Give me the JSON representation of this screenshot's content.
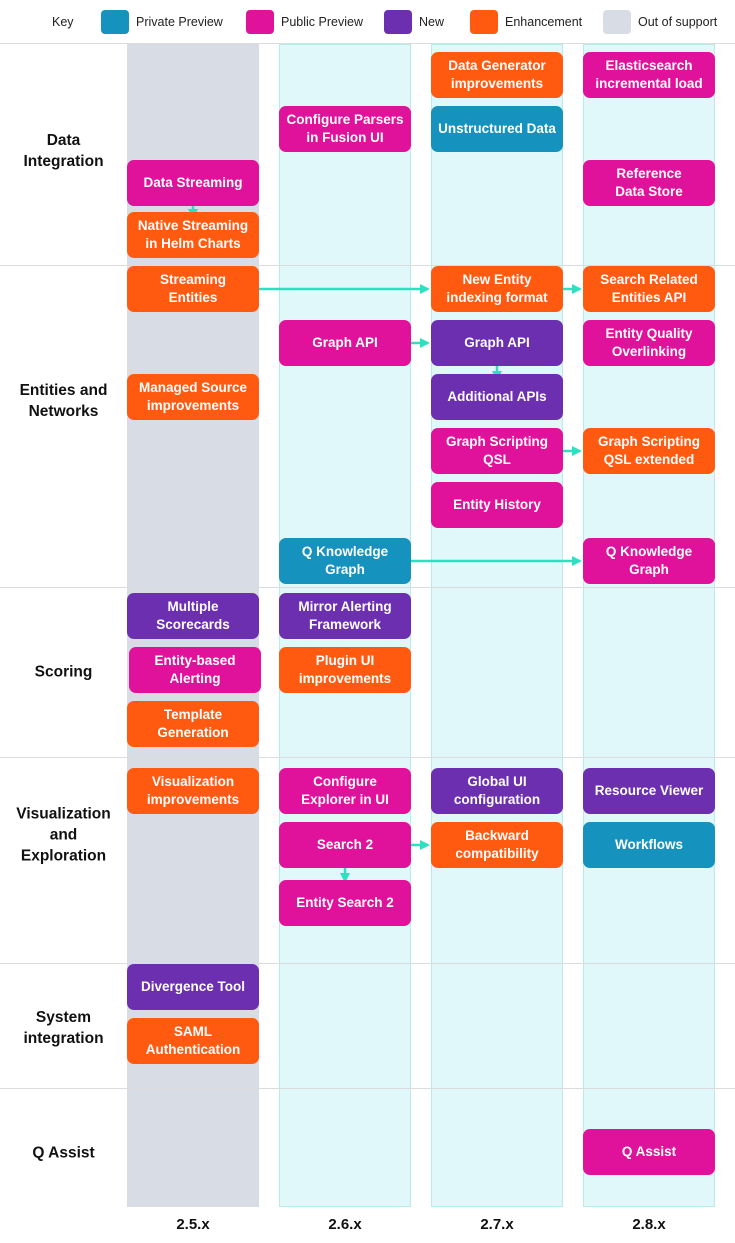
{
  "legend": {
    "title": "Key",
    "items": [
      {
        "label": "Private Preview",
        "color": "#1592bd"
      },
      {
        "label": "Public Preview",
        "color": "#e0119a"
      },
      {
        "label": "New",
        "color": "#6b2fb0"
      },
      {
        "label": "Enhancement",
        "color": "#ff5a10"
      },
      {
        "label": "Out of support",
        "color": "#d7dce5"
      }
    ]
  },
  "versions": [
    "2.5.x",
    "2.6.x",
    "2.7.x",
    "2.8.x"
  ],
  "rows": [
    {
      "label_lines": [
        "Data",
        "Integration"
      ]
    },
    {
      "label_lines": [
        "Entities and",
        "Networks"
      ]
    },
    {
      "label_lines": [
        "Scoring"
      ]
    },
    {
      "label_lines": [
        "Visualization",
        "and",
        "Exploration"
      ]
    },
    {
      "label_lines": [
        "System",
        "integration"
      ]
    },
    {
      "label_lines": [
        "Q Assist"
      ]
    }
  ],
  "features": [
    {
      "id": "data-generator-improvements",
      "lines": [
        "Data Generator",
        "improvements"
      ],
      "type": "enhancement"
    },
    {
      "id": "elasticsearch-incremental-load",
      "lines": [
        "Elasticsearch",
        "incremental load"
      ],
      "type": "public"
    },
    {
      "id": "configure-parsers",
      "lines": [
        "Configure Parsers",
        "in Fusion UI"
      ],
      "type": "public"
    },
    {
      "id": "unstructured-data",
      "lines": [
        "Unstructured Data"
      ],
      "type": "private"
    },
    {
      "id": "data-streaming",
      "lines": [
        "Data Streaming"
      ],
      "type": "public"
    },
    {
      "id": "reference-data-store",
      "lines": [
        "Reference",
        "Data Store"
      ],
      "type": "public"
    },
    {
      "id": "native-streaming",
      "lines": [
        "Native Streaming",
        "in Helm Charts"
      ],
      "type": "enhancement"
    },
    {
      "id": "streaming-entities",
      "lines": [
        "Streaming",
        "Entities"
      ],
      "type": "enhancement"
    },
    {
      "id": "new-entity-indexing",
      "lines": [
        "New Entity",
        "indexing format"
      ],
      "type": "enhancement"
    },
    {
      "id": "search-related-entities",
      "lines": [
        "Search Related",
        "Entities API"
      ],
      "type": "enhancement"
    },
    {
      "id": "graph-api-26",
      "lines": [
        "Graph API"
      ],
      "type": "public"
    },
    {
      "id": "graph-api-27",
      "lines": [
        "Graph API"
      ],
      "type": "new"
    },
    {
      "id": "entity-quality",
      "lines": [
        "Entity Quality",
        "Overlinking"
      ],
      "type": "public"
    },
    {
      "id": "managed-source",
      "lines": [
        "Managed Source",
        "improvements"
      ],
      "type": "enhancement"
    },
    {
      "id": "additional-apis",
      "lines": [
        "Additional APIs"
      ],
      "type": "new"
    },
    {
      "id": "graph-scripting-qsl",
      "lines": [
        "Graph Scripting",
        "QSL"
      ],
      "type": "public"
    },
    {
      "id": "graph-scripting-qsl-extended",
      "lines": [
        "Graph Scripting",
        "QSL extended"
      ],
      "type": "enhancement"
    },
    {
      "id": "entity-history",
      "lines": [
        "Entity History"
      ],
      "type": "public"
    },
    {
      "id": "q-knowledge-graph-26",
      "lines": [
        "Q Knowledge",
        "Graph"
      ],
      "type": "private"
    },
    {
      "id": "q-knowledge-graph-28",
      "lines": [
        "Q Knowledge",
        "Graph"
      ],
      "type": "public"
    },
    {
      "id": "multiple-scorecards",
      "lines": [
        "Multiple",
        "Scorecards"
      ],
      "type": "new"
    },
    {
      "id": "mirror-alerting",
      "lines": [
        "Mirror Alerting",
        "Framework"
      ],
      "type": "new"
    },
    {
      "id": "entity-based-alerting",
      "lines": [
        "Entity-based",
        "Alerting"
      ],
      "type": "public"
    },
    {
      "id": "plugin-ui",
      "lines": [
        "Plugin UI",
        "improvements"
      ],
      "type": "enhancement"
    },
    {
      "id": "template-generation",
      "lines": [
        "Template",
        "Generation"
      ],
      "type": "enhancement"
    },
    {
      "id": "visualization-improvements",
      "lines": [
        "Visualization",
        "improvements"
      ],
      "type": "enhancement"
    },
    {
      "id": "configure-explorer",
      "lines": [
        "Configure",
        "Explorer in UI"
      ],
      "type": "public"
    },
    {
      "id": "global-ui-config",
      "lines": [
        "Global UI",
        "configuration"
      ],
      "type": "new"
    },
    {
      "id": "resource-viewer",
      "lines": [
        "Resource Viewer"
      ],
      "type": "new"
    },
    {
      "id": "search-2",
      "lines": [
        "Search 2"
      ],
      "type": "public"
    },
    {
      "id": "backward-compat",
      "lines": [
        "Backward",
        "compatibility"
      ],
      "type": "enhancement"
    },
    {
      "id": "workflows",
      "lines": [
        "Workflows"
      ],
      "type": "private"
    },
    {
      "id": "entity-search-2",
      "lines": [
        "Entity Search 2"
      ],
      "type": "public"
    },
    {
      "id": "divergence-tool",
      "lines": [
        "Divergence Tool"
      ],
      "type": "new"
    },
    {
      "id": "saml-auth",
      "lines": [
        "SAML",
        "Authentication"
      ],
      "type": "enhancement"
    },
    {
      "id": "q-assist-box",
      "lines": [
        "Q Assist"
      ],
      "type": "public"
    }
  ],
  "connector_color": "#2de0c0"
}
